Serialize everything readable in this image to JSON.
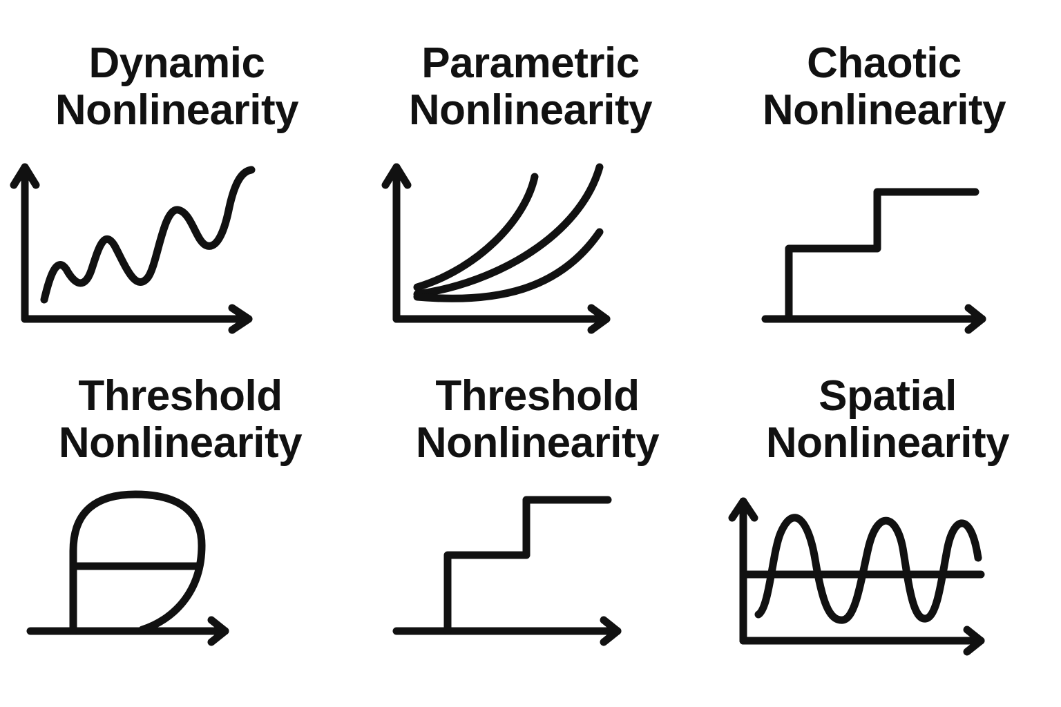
{
  "colors": {
    "ink": "#111111",
    "background": "#ffffff"
  },
  "panels": [
    {
      "line1": "Dynamic",
      "line2": "Nonlinearity",
      "icon": "oscillating-growth-curve-icon"
    },
    {
      "line1": "Parametric",
      "line2": "Nonlinearity",
      "icon": "diverging-curves-icon"
    },
    {
      "line1": "Chaotic",
      "line2": "Nonlinearity",
      "icon": "staircase-step-icon"
    },
    {
      "line1": "Threshold",
      "line2": "Nonlinearity",
      "icon": "hysteresis-loop-icon"
    },
    {
      "line1": "Threshold",
      "line2": "Nonlinearity",
      "icon": "staircase-step-icon"
    },
    {
      "line1": "Spatial",
      "line2": "Nonlinearity",
      "icon": "sine-wave-icon"
    }
  ]
}
